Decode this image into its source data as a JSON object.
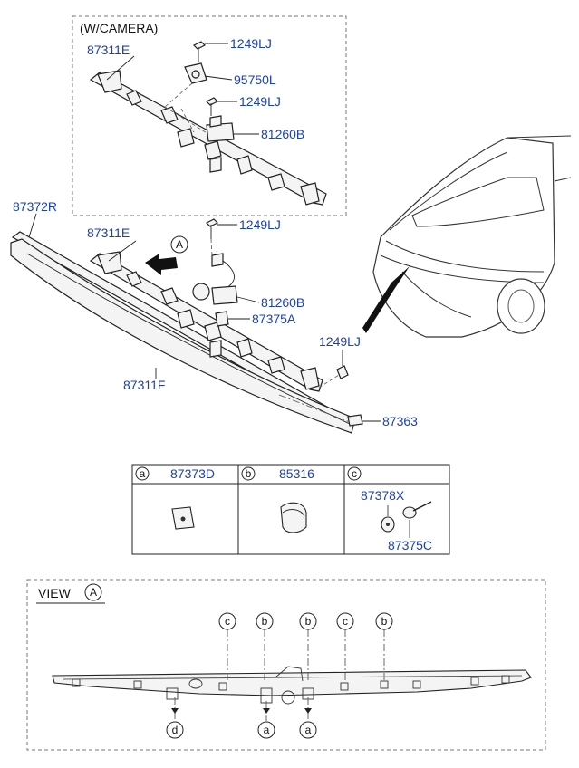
{
  "camera_box": {
    "title": "(W/CAMERA)",
    "labels": {
      "retainer": "87311E",
      "bolt_top": "1249LJ",
      "camera": "95750L",
      "bolt_mid": "1249LJ",
      "harness": "81260B"
    }
  },
  "main": {
    "label_pad": "87372R",
    "label_retainer": "87311E",
    "label_bolt": "1249LJ",
    "label_harness": "81260B",
    "label_tape": "87375A",
    "label_bolt_right": "1249LJ",
    "label_garnish": "87311F",
    "label_clip": "87363",
    "view_marker": "A"
  },
  "legend_table": {
    "headers": [
      {
        "letter": "a",
        "part": "87373D"
      },
      {
        "letter": "b",
        "part": "85316"
      },
      {
        "letter": "c",
        "part": ""
      }
    ],
    "cell_c_labels": {
      "washer": "87378X",
      "screw": "87375C"
    }
  },
  "view_a": {
    "title": "VIEW",
    "marker": "A",
    "top_callouts": [
      "c",
      "b",
      "b",
      "c",
      "b"
    ],
    "bottom_callouts": [
      "d",
      "a",
      "a"
    ]
  },
  "colors": {
    "part_number": "#1a3fbf",
    "line": "#222222",
    "border_dash": "#777777"
  }
}
